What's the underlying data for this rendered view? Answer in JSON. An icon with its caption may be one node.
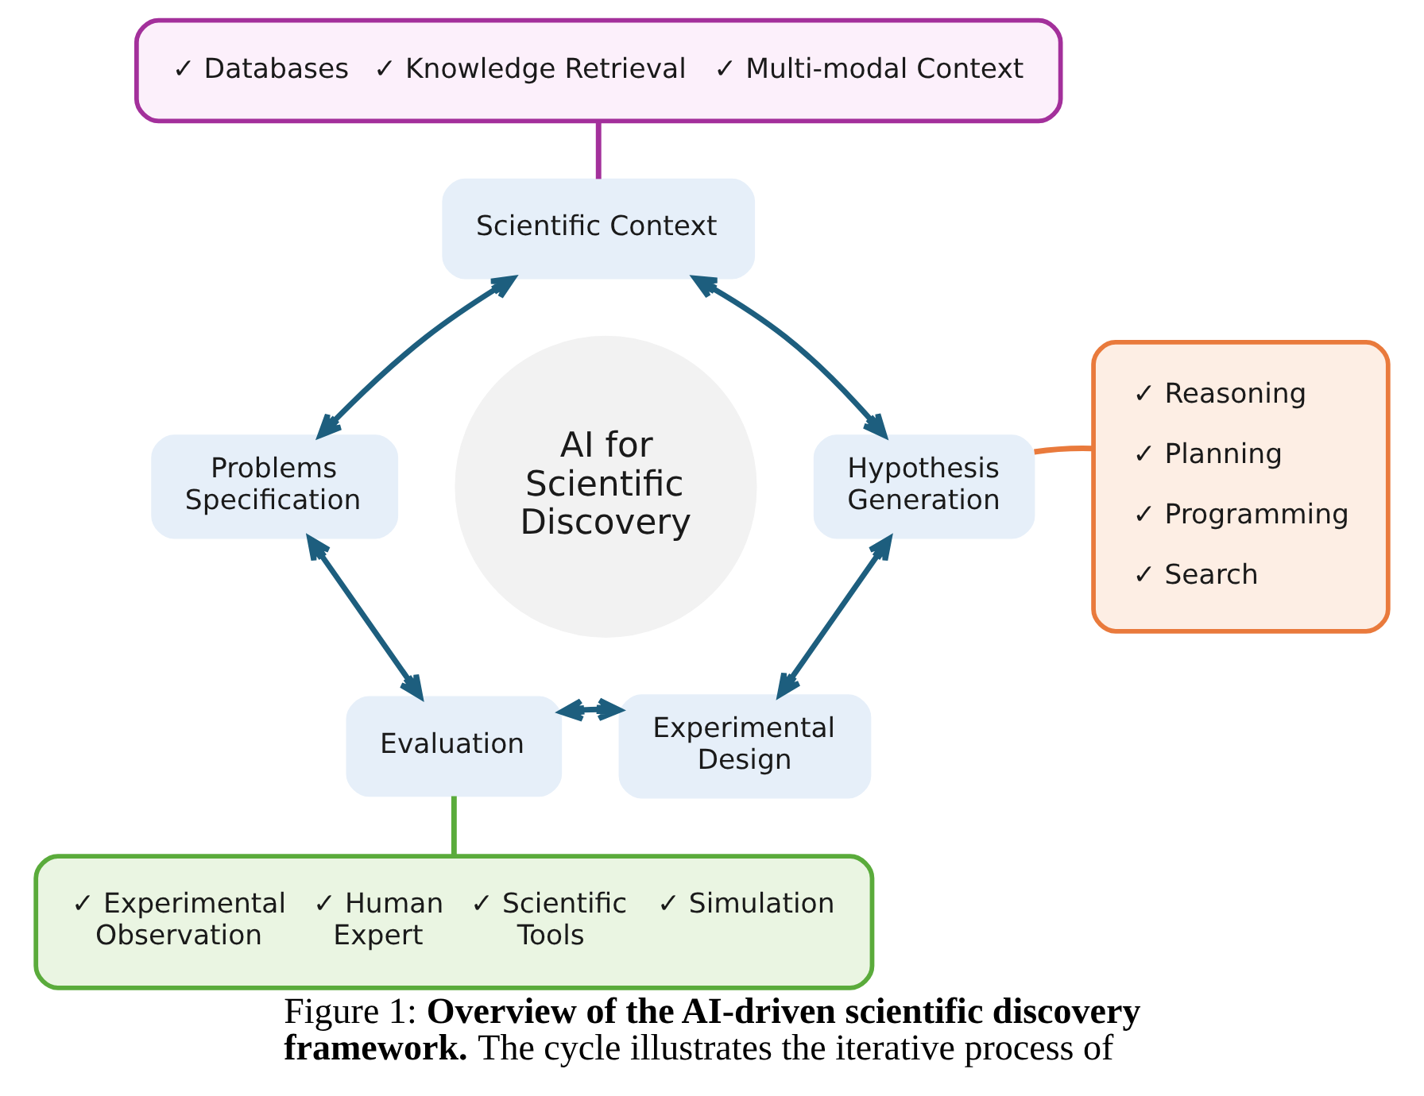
{
  "diagram": {
    "caption": "Figure 1: **Overview of the AI-driven scientific discovery framework.** The cycle illustrates the iterative process of",
    "nodes": [
      {
        "text": [
          "✓ Databases",
          "✓ Knowledge Retrieval",
          "✓ Multi-modal Context"
        ]
      },
      {
        "text": [
          "Scientific Context"
        ]
      },
      {
        "text": [
          "Problems Specification"
        ]
      },
      {
        "text": [
          "AI for Scientific Discovery"
        ]
      },
      {
        "text": [
          "Hypothesis Generation"
        ]
      },
      {
        "text": [
          "✓ Reasoning",
          "✓ Planning",
          "✓ Programming",
          "✓ Search"
        ]
      },
      {
        "text": [
          "Evaluation"
        ]
      },
      {
        "text": [
          "Experimental Design"
        ]
      },
      {
        "text": [
          "✓ Experimental Observation",
          "✓ Human Expert",
          "✓ Scientific Tools",
          "✓ Simulation"
        ]
      }
    ],
    "edges": [
      {
        "from": 0,
        "to": 1,
        "arrow": "none",
        "color": "#a3309b"
      },
      {
        "from": 1,
        "to": 2,
        "arrow": "both"
      },
      {
        "from": 1,
        "to": 4,
        "arrow": "both"
      },
      {
        "from": 4,
        "to": 5,
        "arrow": "none",
        "color": "#e97a3c"
      },
      {
        "from": 4,
        "to": 7,
        "arrow": "both"
      },
      {
        "from": 6,
        "to": 7,
        "arrow": "both"
      },
      {
        "from": 2,
        "to": 6,
        "arrow": "both"
      },
      {
        "from": 6,
        "to": 8,
        "arrow": "none",
        "color": "#5aab3b"
      }
    ]
  }
}
